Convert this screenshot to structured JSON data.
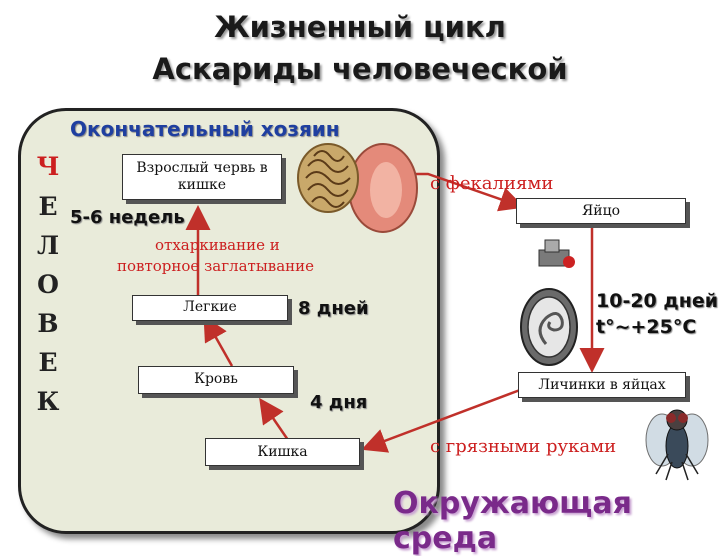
{
  "title": {
    "line1": "Жизненный цикл",
    "line2": "Аскариды человеческой"
  },
  "host": {
    "label": "Окончательный хозяин"
  },
  "vertical_word": [
    "Ч",
    "Е",
    "Л",
    "О",
    "В",
    "Е",
    "К"
  ],
  "nodes": {
    "adult": "Взрослый червь в кишке",
    "lungs": "Легкие",
    "blood": "Кровь",
    "intestine": "Кишка",
    "egg": "Яйцо",
    "larvae": "Личинки в яйцах"
  },
  "labels": {
    "weeks": "5-6 недель",
    "cough_line1": "отхаркивание и",
    "cough_line2": "повторное заглатывание",
    "eight_days": "8 дней",
    "four_days": "4 дня",
    "feces": "с фекалиями",
    "hands": "с грязными руками",
    "incubation_line1": "10-20 дней",
    "incubation_line2": "t°~+25°C"
  },
  "environment": {
    "label": "Окружающая среда"
  },
  "colors": {
    "arrow": "#c0302a",
    "host_text": "#1f3fa0",
    "env_text": "#7a2a8a",
    "panel": "#e9ebda"
  },
  "icons": [
    "intestine-worms-icon",
    "microscope-icon",
    "egg-larva-icon",
    "fly-icon"
  ]
}
